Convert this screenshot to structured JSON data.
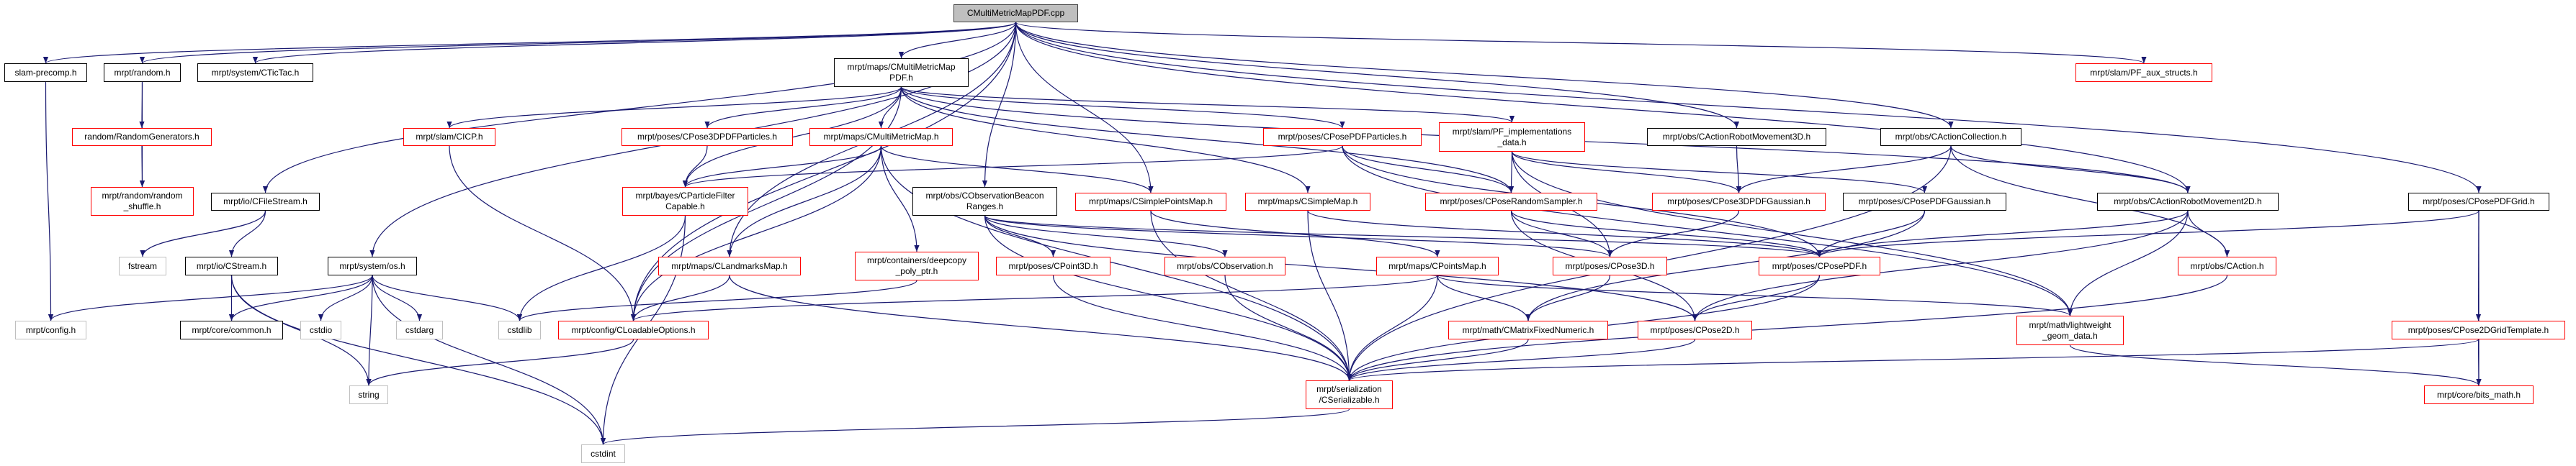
{
  "graph": {
    "title": "CMultiMetricMapPDF.cpp",
    "colors": {
      "edge": "#191970",
      "truncated_border": "#ff0000",
      "normal_border": "#000000",
      "system_border": "#bfbfbf",
      "root_fill": "#bfbfbf"
    },
    "nodes": [
      {
        "id": "cpp",
        "label": "CMultiMetricMapPDF.cpp",
        "kind": "root"
      },
      {
        "id": "slamprecomp",
        "label": "slam-precomp.h",
        "kind": "black"
      },
      {
        "id": "random",
        "label": "mrpt/random.h",
        "kind": "black"
      },
      {
        "id": "ctictac",
        "label": "mrpt/system/CTicTac.h",
        "kind": "black"
      },
      {
        "id": "pfaux",
        "label": "mrpt/slam/PF_aux_structs.h",
        "kind": "red"
      },
      {
        "id": "mmmpdf",
        "label": "mrpt/maps/CMultiMetricMap\nPDF.h",
        "kind": "black"
      },
      {
        "id": "randgen",
        "label": "random/RandomGenerators.h",
        "kind": "red"
      },
      {
        "id": "cicp",
        "label": "mrpt/slam/CICP.h",
        "kind": "red"
      },
      {
        "id": "cpose3dpdfp",
        "label": "mrpt/poses/CPose3DPDFParticles.h",
        "kind": "red"
      },
      {
        "id": "cmm",
        "label": "mrpt/maps/CMultiMetricMap.h",
        "kind": "red"
      },
      {
        "id": "cposepdfp",
        "label": "mrpt/poses/CPosePDFParticles.h",
        "kind": "red"
      },
      {
        "id": "pfimpl",
        "label": "mrpt/slam/PF_implementations\n_data.h",
        "kind": "red"
      },
      {
        "id": "crm3d",
        "label": "mrpt/obs/CActionRobotMovement3D.h",
        "kind": "black"
      },
      {
        "id": "cac",
        "label": "mrpt/obs/CActionCollection.h",
        "kind": "black"
      },
      {
        "id": "shuffle",
        "label": "mrpt/random/random\n_shuffle.h",
        "kind": "red"
      },
      {
        "id": "cfilestream",
        "label": "mrpt/io/CFileStream.h",
        "kind": "black"
      },
      {
        "id": "cpfc",
        "label": "mrpt/bayes/CParticleFilter\nCapable.h",
        "kind": "red"
      },
      {
        "id": "obr",
        "label": "mrpt/obs/CObservationBeacon\nRanges.h",
        "kind": "black"
      },
      {
        "id": "cspm",
        "label": "mrpt/maps/CSimplePointsMap.h",
        "kind": "red"
      },
      {
        "id": "csm",
        "label": "mrpt/maps/CSimpleMap.h",
        "kind": "red"
      },
      {
        "id": "cprs",
        "label": "mrpt/poses/CPoseRandomSampler.h",
        "kind": "red"
      },
      {
        "id": "cp3dg",
        "label": "mrpt/poses/CPose3DPDFGaussian.h",
        "kind": "red"
      },
      {
        "id": "cpg",
        "label": "mrpt/poses/CPosePDFGaussian.h",
        "kind": "black"
      },
      {
        "id": "crm2d",
        "label": "mrpt/obs/CActionRobotMovement2D.h",
        "kind": "black"
      },
      {
        "id": "cpgrid",
        "label": "mrpt/poses/CPosePDFGrid.h",
        "kind": "black"
      },
      {
        "id": "fstream",
        "label": "fstream",
        "kind": "gray"
      },
      {
        "id": "cstream",
        "label": "mrpt/io/CStream.h",
        "kind": "black"
      },
      {
        "id": "os",
        "label": "mrpt/system/os.h",
        "kind": "black"
      },
      {
        "id": "clm",
        "label": "mrpt/maps/CLandmarksMap.h",
        "kind": "red"
      },
      {
        "id": "deepcopy",
        "label": "mrpt/containers/deepcopy\n_poly_ptr.h",
        "kind": "red"
      },
      {
        "id": "cpoint3d",
        "label": "mrpt/poses/CPoint3D.h",
        "kind": "red"
      },
      {
        "id": "cobs",
        "label": "mrpt/obs/CObservation.h",
        "kind": "red"
      },
      {
        "id": "cpointsmap",
        "label": "mrpt/maps/CPointsMap.h",
        "kind": "red"
      },
      {
        "id": "cpose3d",
        "label": "mrpt/poses/CPose3D.h",
        "kind": "red"
      },
      {
        "id": "cposepdf",
        "label": "mrpt/poses/CPosePDF.h",
        "kind": "red"
      },
      {
        "id": "caction",
        "label": "mrpt/obs/CAction.h",
        "kind": "red"
      },
      {
        "id": "config",
        "label": "mrpt/config.h",
        "kind": "gray"
      },
      {
        "id": "common",
        "label": "mrpt/core/common.h",
        "kind": "black"
      },
      {
        "id": "cstdio",
        "label": "cstdio",
        "kind": "gray"
      },
      {
        "id": "cstdarg",
        "label": "cstdarg",
        "kind": "gray"
      },
      {
        "id": "cstdlib",
        "label": "cstdlib",
        "kind": "gray"
      },
      {
        "id": "cloadable",
        "label": "mrpt/config/CLoadableOptions.h",
        "kind": "red"
      },
      {
        "id": "cmfn",
        "label": "mrpt/math/CMatrixFixedNumeric.h",
        "kind": "red"
      },
      {
        "id": "cpose2d",
        "label": "mrpt/poses/CPose2D.h",
        "kind": "red"
      },
      {
        "id": "lwgd",
        "label": "mrpt/math/lightweight\n_geom_data.h",
        "kind": "red"
      },
      {
        "id": "cp2dgt",
        "label": "mrpt/poses/CPose2DGridTemplate.h",
        "kind": "red"
      },
      {
        "id": "string",
        "label": "string",
        "kind": "gray"
      },
      {
        "id": "cser",
        "label": "mrpt/serialization\n/CSerializable.h",
        "kind": "red"
      },
      {
        "id": "bits",
        "label": "mrpt/core/bits_math.h",
        "kind": "red"
      },
      {
        "id": "cstdint",
        "label": "cstdint",
        "kind": "gray"
      }
    ],
    "edges": [
      [
        "cpp",
        "slamprecomp"
      ],
      [
        "cpp",
        "random"
      ],
      [
        "cpp",
        "ctictac"
      ],
      [
        "cpp",
        "cfilestream"
      ],
      [
        "cpp",
        "os"
      ],
      [
        "cpp",
        "mmmpdf"
      ],
      [
        "cpp",
        "obr"
      ],
      [
        "cpp",
        "cspm"
      ],
      [
        "cpp",
        "crm3d"
      ],
      [
        "cpp",
        "cac"
      ],
      [
        "cpp",
        "crm2d"
      ],
      [
        "cpp",
        "pfaux"
      ],
      [
        "cpp",
        "cpgrid"
      ],
      [
        "cpp",
        "clm"
      ],
      [
        "cpp",
        "cloadable"
      ],
      [
        "slamprecomp",
        "config"
      ],
      [
        "random",
        "randgen"
      ],
      [
        "random",
        "shuffle"
      ],
      [
        "randgen",
        "shuffle"
      ],
      [
        "cfilestream",
        "fstream"
      ],
      [
        "cfilestream",
        "cstream"
      ],
      [
        "cstream",
        "common"
      ],
      [
        "cstream",
        "string"
      ],
      [
        "cstream",
        "cstdint"
      ],
      [
        "os",
        "config"
      ],
      [
        "os",
        "common"
      ],
      [
        "os",
        "cstdio"
      ],
      [
        "os",
        "cstdarg"
      ],
      [
        "os",
        "cstdlib"
      ],
      [
        "os",
        "string"
      ],
      [
        "os",
        "cstdint"
      ],
      [
        "cicp",
        "cloadable"
      ],
      [
        "cloadable",
        "string"
      ],
      [
        "mmmpdf",
        "cicp"
      ],
      [
        "mmmpdf",
        "cpose3dpdfp"
      ],
      [
        "mmmpdf",
        "cmm"
      ],
      [
        "mmmpdf",
        "cposepdfp"
      ],
      [
        "mmmpdf",
        "pfimpl"
      ],
      [
        "mmmpdf",
        "cpfc"
      ],
      [
        "mmmpdf",
        "cloadable"
      ],
      [
        "mmmpdf",
        "csm"
      ],
      [
        "mmmpdf",
        "cprs"
      ],
      [
        "mmmpdf",
        "crm2d"
      ],
      [
        "cpose3dpdfp",
        "cpfc"
      ],
      [
        "cmm",
        "clm"
      ],
      [
        "cmm",
        "deepcopy"
      ],
      [
        "cmm",
        "cspm"
      ],
      [
        "cmm",
        "cser"
      ],
      [
        "cmm",
        "cloadable"
      ],
      [
        "cmm",
        "cpfc"
      ],
      [
        "cpfc",
        "cstdlib"
      ],
      [
        "cpfc",
        "cstdint"
      ],
      [
        "clm",
        "cloadable"
      ],
      [
        "clm",
        "cser"
      ],
      [
        "deepcopy",
        "cstdlib"
      ],
      [
        "obr",
        "cpoint3d"
      ],
      [
        "obr",
        "cobs"
      ],
      [
        "obr",
        "cser"
      ],
      [
        "obr",
        "cpose3d"
      ],
      [
        "obr",
        "cposepdf"
      ],
      [
        "obr",
        "cpose2d"
      ],
      [
        "cpoint3d",
        "cser"
      ],
      [
        "cobs",
        "cser"
      ],
      [
        "cspm",
        "cpointsmap"
      ],
      [
        "cspm",
        "cser"
      ],
      [
        "csm",
        "cser"
      ],
      [
        "csm",
        "cposepdf"
      ],
      [
        "cposepdfp",
        "cprs"
      ],
      [
        "cposepdfp",
        "cposepdf"
      ],
      [
        "cposepdfp",
        "cpfc"
      ],
      [
        "cposepdfp",
        "lwgd"
      ],
      [
        "pfimpl",
        "cprs"
      ],
      [
        "pfimpl",
        "cp3dg"
      ],
      [
        "pfimpl",
        "cpose3d"
      ],
      [
        "pfimpl",
        "cpg"
      ],
      [
        "pfimpl",
        "lwgd"
      ],
      [
        "crm3d",
        "cp3dg"
      ],
      [
        "cac",
        "cp3dg"
      ],
      [
        "cac",
        "crm2d"
      ],
      [
        "cac",
        "caction"
      ],
      [
        "cac",
        "cser"
      ],
      [
        "cprs",
        "cpose3d"
      ],
      [
        "cprs",
        "cpose2d"
      ],
      [
        "cprs",
        "cposepdf"
      ],
      [
        "cp3dg",
        "cpose3d"
      ],
      [
        "cpg",
        "cposepdf"
      ],
      [
        "cpg",
        "cmfn"
      ],
      [
        "cpointsmap",
        "cmfn"
      ],
      [
        "cpointsmap",
        "cser"
      ],
      [
        "cpointsmap",
        "cloadable"
      ],
      [
        "cpointsmap",
        "lwgd"
      ],
      [
        "cpose3d",
        "cmfn"
      ],
      [
        "cposepdf",
        "cpose2d"
      ],
      [
        "cposepdf",
        "cser"
      ],
      [
        "cmfn",
        "cser"
      ],
      [
        "cpose2d",
        "cser"
      ],
      [
        "crm2d",
        "cposepdf"
      ],
      [
        "crm2d",
        "caction"
      ],
      [
        "crm2d",
        "lwgd"
      ],
      [
        "crm2d",
        "cpose2d"
      ],
      [
        "caction",
        "cser"
      ],
      [
        "cpgrid",
        "cp2dgt"
      ],
      [
        "cpgrid",
        "bits"
      ],
      [
        "cpgrid",
        "cposepdf"
      ],
      [
        "cp2dgt",
        "bits"
      ],
      [
        "cp2dgt",
        "cser"
      ],
      [
        "lwgd",
        "bits"
      ],
      [
        "cser",
        "cstdint"
      ]
    ]
  }
}
